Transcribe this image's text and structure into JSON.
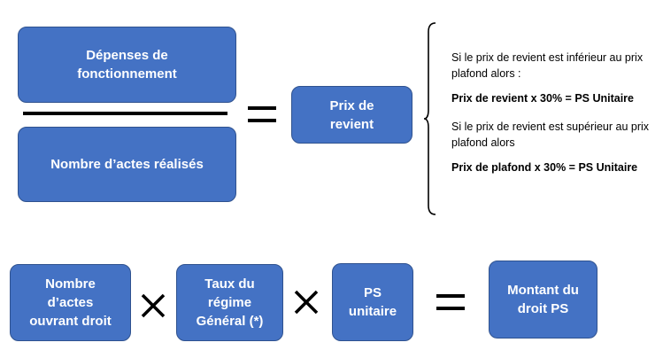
{
  "formula_top": {
    "numerator": "Dépenses de\nfonctionnement",
    "denominator": "Nombre d’actes réalisés",
    "result": "Prix de\nrevient"
  },
  "conditions": {
    "case1_text": "Si le prix de revient est inférieur au prix plafond alors :",
    "case1_formula": "Prix de revient x 30% = PS Unitaire",
    "case2_text": "Si le prix de revient est supérieur au prix plafond alors",
    "case2_formula": "Prix de plafond x 30% = PS Unitaire"
  },
  "formula_bottom": {
    "term1": "Nombre\nd’actes\nouvrant droit",
    "term2": "Taux du\nrégime\nGénéral (*)",
    "term3": "PS\nunitaire",
    "result": "Montant du\ndroit PS"
  },
  "colors": {
    "box_fill": "#4472c4",
    "box_border": "#2f528f",
    "operator": "#000000"
  }
}
